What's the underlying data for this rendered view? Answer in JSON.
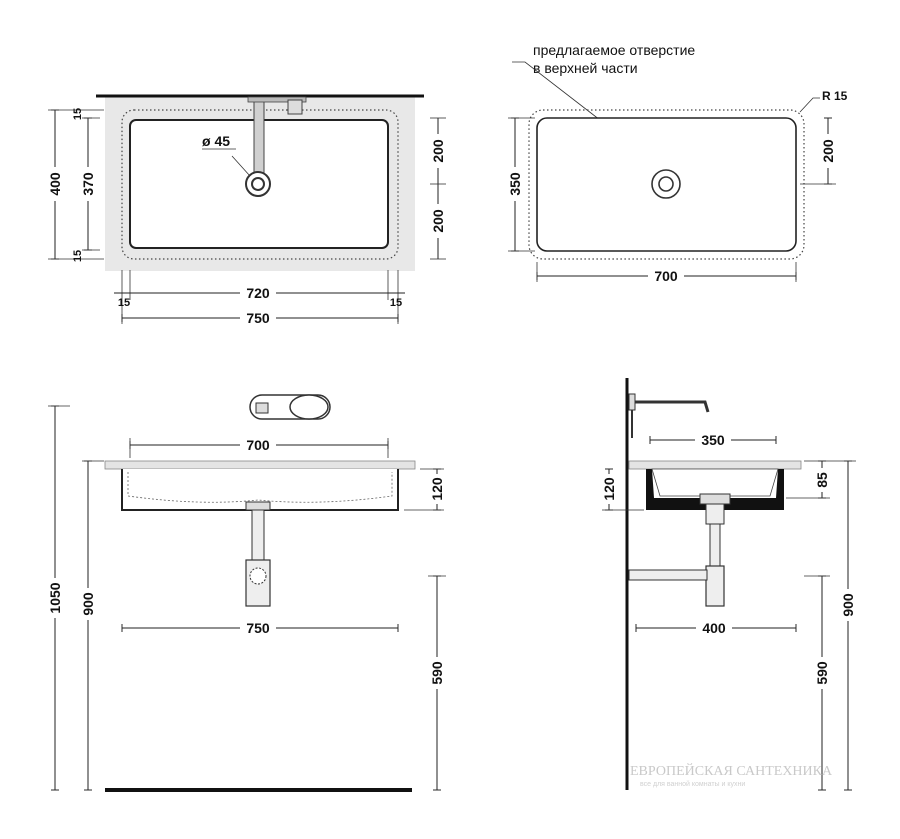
{
  "top_view": {
    "overall_height": "400",
    "inner_height": "370",
    "edge_top": "15",
    "edge_bottom": "15",
    "drain_diameter": "ø 45",
    "half_top": "200",
    "half_bottom": "200",
    "inner_width": "720",
    "edge_left": "15",
    "edge_right": "15",
    "overall_width": "750"
  },
  "cutout_view": {
    "note_line1": "предлагаемое отверстие",
    "note_line2": "в верхней части",
    "radius": "R 15",
    "height": "350",
    "drain_offset": "200",
    "width": "700"
  },
  "front_view": {
    "basin_width": "700",
    "basin_depth": "120",
    "total_height": "1050",
    "counter_height": "900",
    "counter_width": "750",
    "floor_to_trap": "590"
  },
  "side_view": {
    "basin_width": "350",
    "basin_depth": "120",
    "inner_depth": "85",
    "trap_offset": "400",
    "floor_to_trap": "590",
    "counter_height": "900"
  },
  "watermark": {
    "line1": "ЕВРОПЕЙСКАЯ САНТЕХНИКА",
    "line2": "все для ванной комнаты и кухни"
  }
}
